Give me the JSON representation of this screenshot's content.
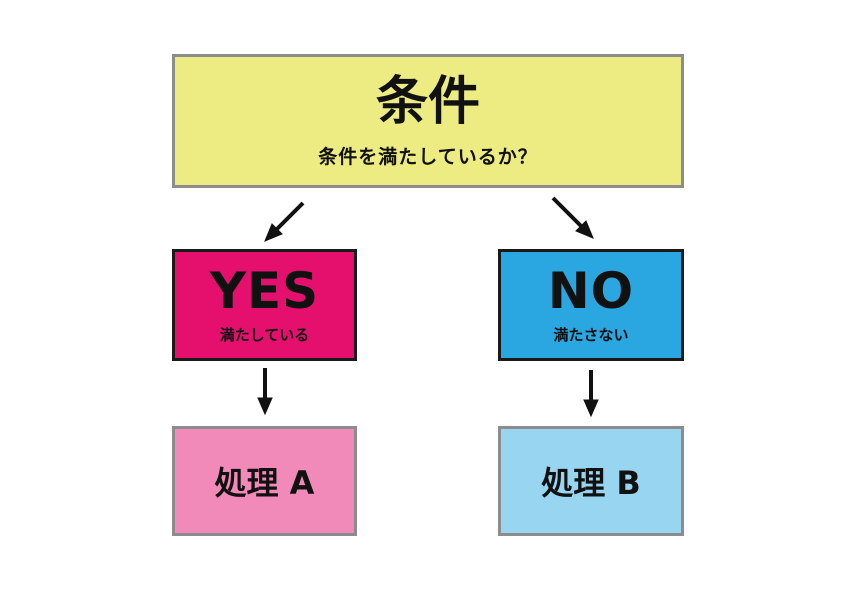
{
  "colors": {
    "condition": "#ecec82",
    "yes": "#e5106e",
    "no": "#2aa6e0",
    "process_a": "#f18ab8",
    "process_b": "#98d5f0",
    "arrow": "#111111"
  },
  "condition": {
    "title": "条件",
    "question": "条件を満たしているか？"
  },
  "yes": {
    "label": "YES",
    "sub": "満たしている"
  },
  "no": {
    "label": "NO",
    "sub": "満たさない"
  },
  "process_a": {
    "label": "処理 A"
  },
  "process_b": {
    "label": "処理 B"
  }
}
